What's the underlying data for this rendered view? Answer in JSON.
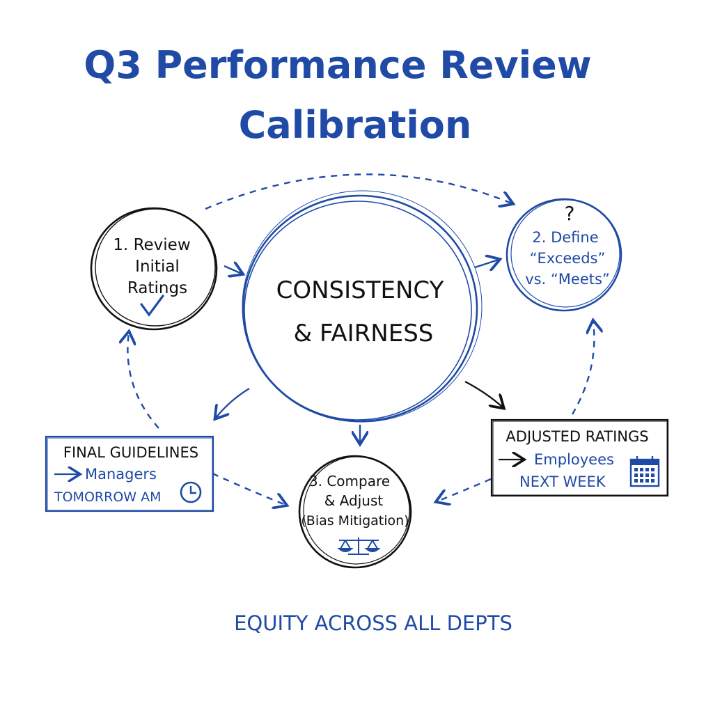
{
  "title": {
    "line1": "Q3 Performance Review",
    "line2": "Calibration"
  },
  "center": {
    "line1": "CONSISTENCY",
    "line2": "& FAIRNESS"
  },
  "steps": {
    "review": {
      "line1": "1. Review",
      "line2": "Initial",
      "line3": "Ratings"
    },
    "define": {
      "mark": "?",
      "line1": "2. Define",
      "line2": "“Exceeds”",
      "line3": "vs. “Meets”"
    },
    "compare": {
      "line1": "3. Compare",
      "line2": "& Adjust",
      "line3": "(Bias Mitigation)"
    }
  },
  "final_guidelines": {
    "heading": "FINAL GUIDELINES",
    "audience": "Managers",
    "when": "TOMORROW AM",
    "icon": "clock-icon"
  },
  "adjusted_ratings": {
    "heading": "ADJUSTED RATINGS",
    "audience": "Employees",
    "when": "NEXT WEEK",
    "icon": "calendar-icon"
  },
  "footer": "EQUITY ACROSS ALL DEPTS",
  "colors": {
    "blue": "#1f4aa6",
    "ink": "#111111"
  }
}
